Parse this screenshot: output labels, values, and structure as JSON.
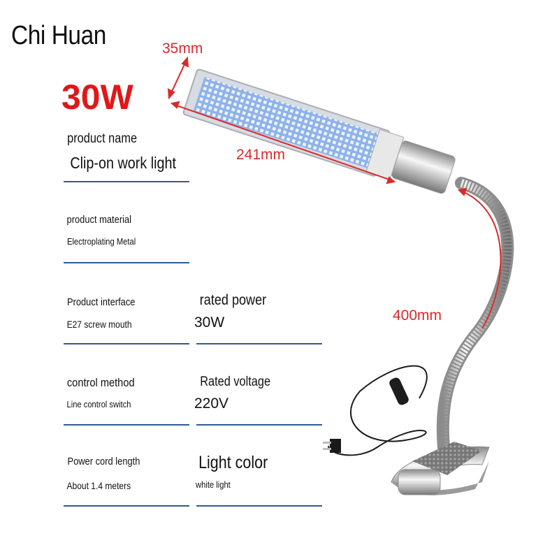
{
  "brand": "Chi Huan",
  "headline_power": "30W",
  "dimensions": {
    "head_width": "35mm",
    "head_length": "241mm",
    "neck_length": "400mm"
  },
  "specs": {
    "product_name": {
      "label": "product name",
      "value": "Clip-on work light"
    },
    "product_material": {
      "label": "product material",
      "value": "Electroplating Metal"
    },
    "product_interface": {
      "label": "Product interface",
      "value": "E27 screw mouth"
    },
    "rated_power": {
      "label": "rated power",
      "value": "30W"
    },
    "control_method": {
      "label": "control method",
      "value": "Line control switch"
    },
    "rated_voltage": {
      "label": "Rated voltage",
      "value": "220V"
    },
    "power_cord_length": {
      "label": "Power cord length",
      "value": "About 1.4 meters"
    },
    "light_color": {
      "label": "Light color",
      "value": "white light"
    }
  },
  "colors": {
    "accent_red": "#e01818",
    "dimension_red": "#d92b2b",
    "rule_blue": "#2f5a94",
    "led_blue": "#8fb2ea"
  }
}
